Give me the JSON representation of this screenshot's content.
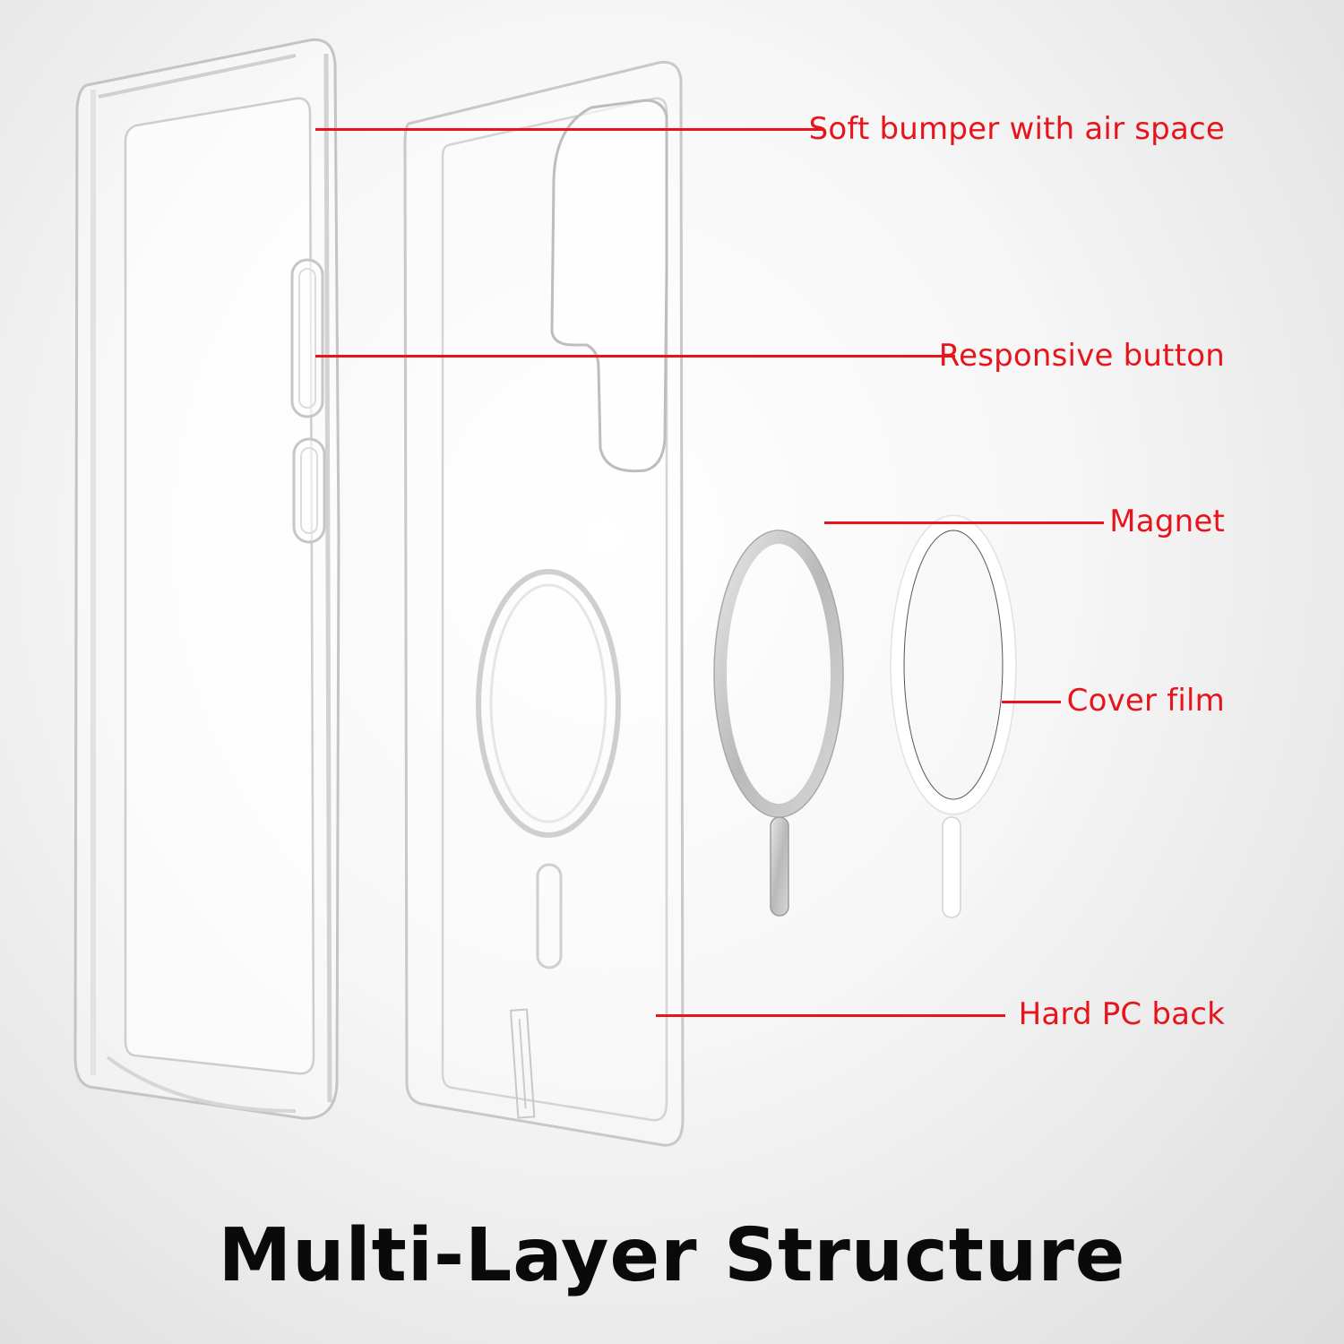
{
  "title": "Multi-Layer Structure",
  "callouts": [
    {
      "id": "soft-bumper",
      "label": "Soft bumper with air space"
    },
    {
      "id": "responsive-button",
      "label": "Responsive button"
    },
    {
      "id": "magnet",
      "label": "Magnet"
    },
    {
      "id": "cover-film",
      "label": "Cover film"
    },
    {
      "id": "hard-pc-back",
      "label": "Hard PC back"
    }
  ],
  "colors": {
    "callout": "#e8141c",
    "title": "#0a0a0a",
    "background": "#f4f4f4"
  }
}
